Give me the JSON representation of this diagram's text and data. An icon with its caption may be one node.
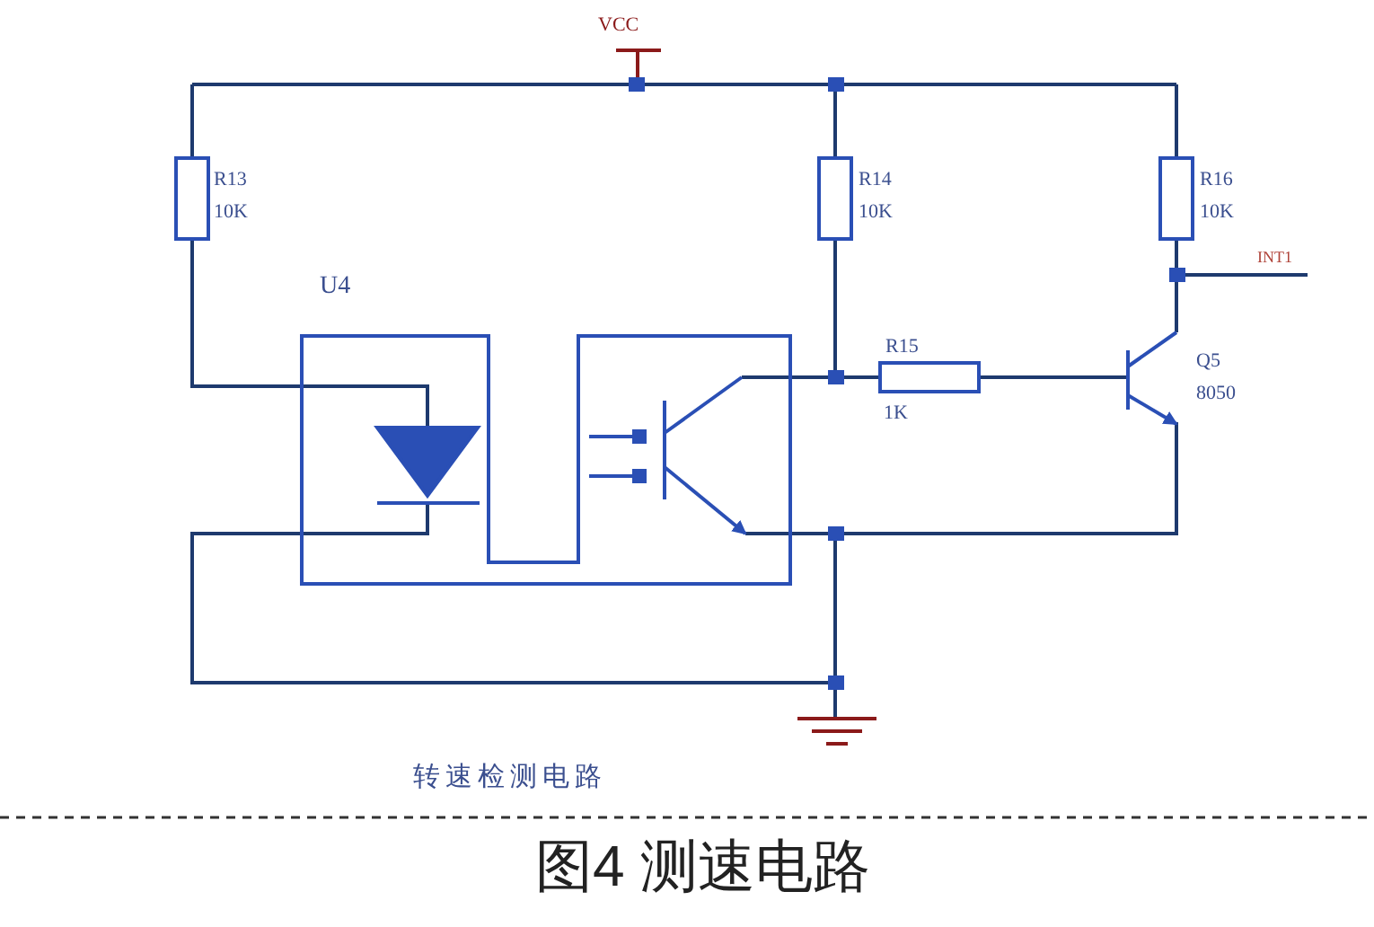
{
  "diagram": {
    "caption": "图4 测速电路",
    "labels": [
      "VCC",
      "R13",
      "10K",
      "R14",
      "10K",
      "R16",
      "10K",
      "INT1",
      "U4",
      "R15",
      "1K",
      "Q5",
      "8050",
      "转速检测电路"
    ]
  }
}
